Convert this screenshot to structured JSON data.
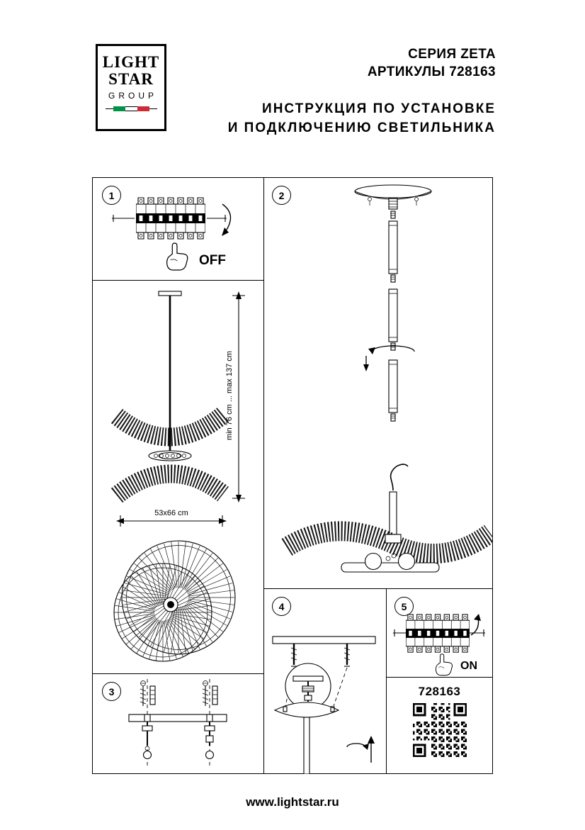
{
  "header": {
    "series": "СЕРИЯ ZETA",
    "articles": "АРТИКУЛЫ 728163",
    "instruction_line1": "ИНСТРУКЦИЯ ПО УСТАНОВКЕ",
    "instruction_line2": "И ПОДКЛЮЧЕНИЮ СВЕТИЛЬНИКА"
  },
  "logo": {
    "word1": "LIGHT",
    "word2": "STAR",
    "word3": "GROUP"
  },
  "steps": [
    {
      "number": "1",
      "label": "OFF"
    },
    {
      "number": "2",
      "label": ""
    },
    {
      "number": "3",
      "label": ""
    },
    {
      "number": "4",
      "label": ""
    },
    {
      "number": "5",
      "label": "ON"
    }
  ],
  "diagram": {
    "switch_off": "OFF",
    "switch_on": "ON",
    "height_dimension": "min 76 cm ... max 137 cm",
    "width_dimension": "53x66 cm"
  },
  "footer_article": "728163",
  "website": "www.lightstar.ru",
  "colors": {
    "ink": "#000000",
    "flag_green": "#009246",
    "flag_white": "#ffffff",
    "flag_red": "#CE2B37"
  }
}
